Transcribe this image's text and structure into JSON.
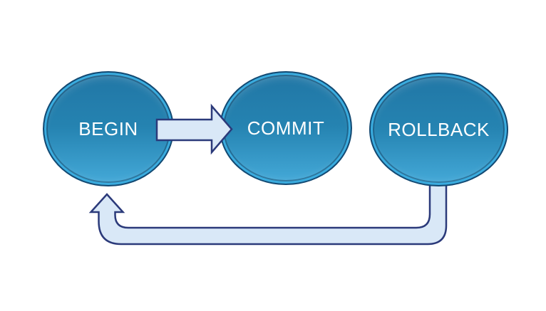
{
  "diagram": {
    "nodes": [
      {
        "id": "begin",
        "label": "BEGIN",
        "shape": "ellipse"
      },
      {
        "id": "commit",
        "label": "COMMIT",
        "shape": "ellipse"
      },
      {
        "id": "rollback",
        "label": "ROLLBACK",
        "shape": "ellipse"
      }
    ],
    "arrows": [
      {
        "name": "begin-to-commit-arrow",
        "from": "BEGIN",
        "to": "COMMIT",
        "style": "straight-block-arrow-right"
      },
      {
        "name": "rollback-to-begin-arrow",
        "from": "ROLLBACK",
        "to": "BEGIN",
        "style": "elbow-loop-arrow-up"
      }
    ]
  },
  "colors": {
    "background": "#ffffff",
    "node_fill_top": "#2176a5",
    "node_fill_bottom": "#45aad9",
    "node_rim": "#3aacdf",
    "node_outline": "#134a73",
    "node_text": "#ffffff",
    "arrow_fill": "#d9e8f7",
    "arrow_stroke": "#2b3a7a"
  }
}
